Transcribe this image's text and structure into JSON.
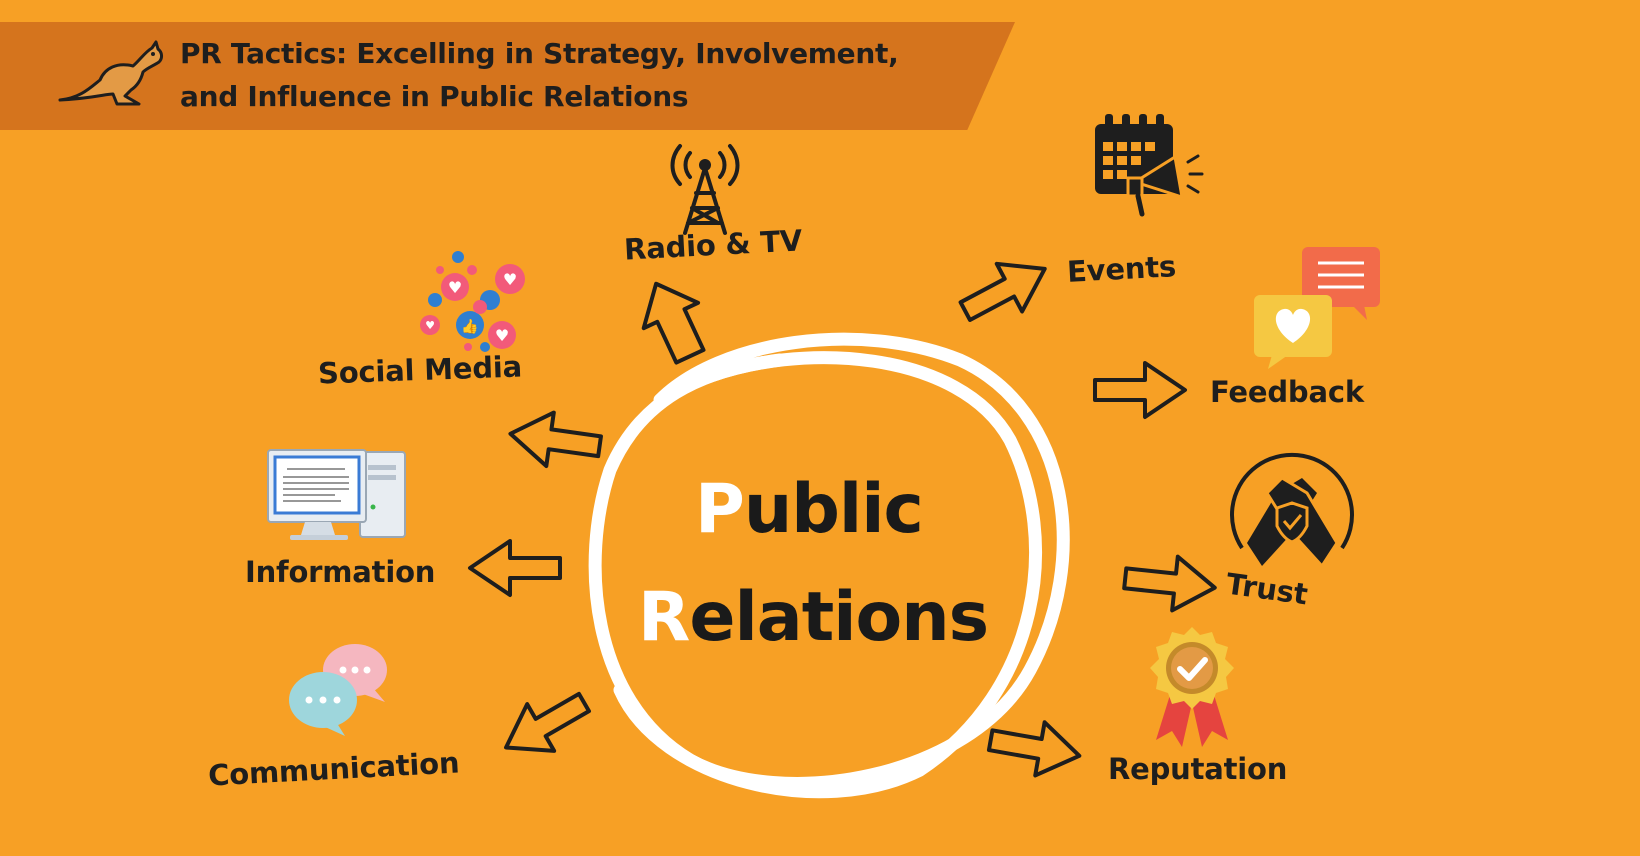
{
  "banner": {
    "title_line1": "PR Tactics: Excelling in Strategy, Involvement,",
    "title_line2": "and Influence in Public Relations"
  },
  "center": {
    "line1_initial": "P",
    "line1_rest": "ublic",
    "line2_initial": "R",
    "line2_rest": "elations"
  },
  "nodes": {
    "radio_tv": "Radio & TV",
    "social_media": "Social Media",
    "information": "Information",
    "communication": "Communication",
    "events": "Events",
    "feedback": "Feedback",
    "trust": "Trust",
    "reputation": "Reputation"
  },
  "colors": {
    "background": "#F7A025",
    "banner": "#D5741D",
    "text": "#1e1e1e",
    "circle": "#ffffff"
  },
  "icons": {
    "logo": "kangaroo-icon",
    "radio_tv": "radio-tower-icon",
    "social_media": "social-reactions-icon",
    "information": "computer-icon",
    "communication": "chat-bubbles-icon",
    "events": "calendar-megaphone-icon",
    "feedback": "feedback-bubbles-icon",
    "trust": "handshake-icon",
    "reputation": "award-badge-icon"
  }
}
